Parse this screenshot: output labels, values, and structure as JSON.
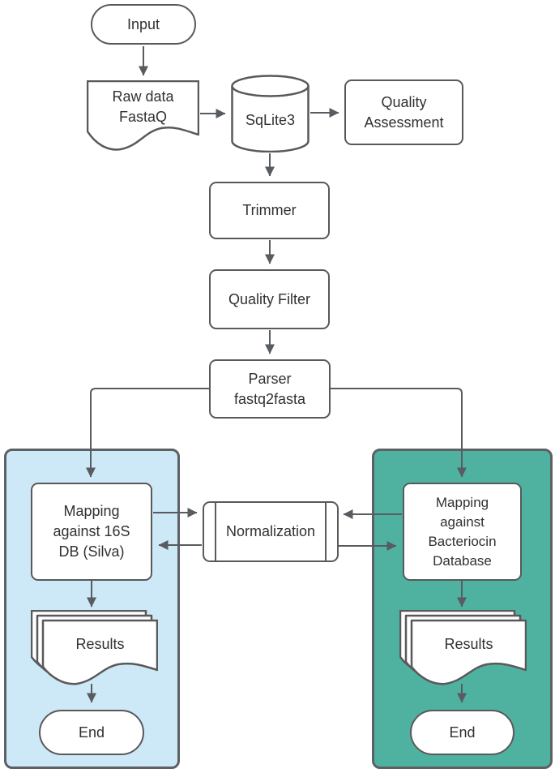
{
  "colors": {
    "background": "#ffffff",
    "shape_fill": "#ffffff",
    "shape_stroke": "#595959",
    "arrow_stroke": "#585c60",
    "text": "#2f3133",
    "left_panel_fill": "#cde8f6",
    "right_panel_fill": "#4fb2a1",
    "panel_border": "#5d6164"
  },
  "nodes": {
    "input": {
      "shape": "terminator",
      "lines": [
        "Input"
      ]
    },
    "raw_data": {
      "shape": "document",
      "lines": [
        "Raw data",
        "FastaQ"
      ]
    },
    "sqlite": {
      "shape": "cylinder",
      "lines": [
        "SqLite3"
      ]
    },
    "quality_assessment": {
      "shape": "process",
      "lines": [
        "Quality",
        "Assessment"
      ]
    },
    "trimmer": {
      "shape": "process",
      "lines": [
        "Trimmer"
      ]
    },
    "quality_filter": {
      "shape": "process",
      "lines": [
        "Quality Filter"
      ]
    },
    "parser": {
      "shape": "process",
      "lines": [
        "Parser",
        "fastq2fasta"
      ]
    },
    "mapping_16s": {
      "shape": "process",
      "lines": [
        "Mapping",
        "against 16S",
        "DB (Silva)"
      ]
    },
    "normalization": {
      "shape": "predefined-process",
      "lines": [
        "Normalization"
      ]
    },
    "mapping_bacteriocin": {
      "shape": "process",
      "lines": [
        "Mapping",
        "against",
        "Bacteriocin",
        "Database"
      ]
    },
    "results_left": {
      "shape": "multi-document",
      "lines": [
        "Results"
      ]
    },
    "end_left": {
      "shape": "terminator",
      "lines": [
        "End"
      ]
    },
    "results_right": {
      "shape": "multi-document",
      "lines": [
        "Results"
      ]
    },
    "end_right": {
      "shape": "terminator",
      "lines": [
        "End"
      ]
    }
  },
  "edges": [
    {
      "from": "input",
      "to": "raw_data"
    },
    {
      "from": "raw_data",
      "to": "sqlite"
    },
    {
      "from": "sqlite",
      "to": "quality_assessment"
    },
    {
      "from": "sqlite",
      "to": "trimmer"
    },
    {
      "from": "trimmer",
      "to": "quality_filter"
    },
    {
      "from": "quality_filter",
      "to": "parser"
    },
    {
      "from": "parser",
      "to": "mapping_16s"
    },
    {
      "from": "parser",
      "to": "mapping_bacteriocin"
    },
    {
      "from": "mapping_16s",
      "to": "normalization"
    },
    {
      "from": "normalization",
      "to": "mapping_16s"
    },
    {
      "from": "mapping_bacteriocin",
      "to": "normalization"
    },
    {
      "from": "normalization",
      "to": "mapping_bacteriocin"
    },
    {
      "from": "mapping_16s",
      "to": "results_left"
    },
    {
      "from": "results_left",
      "to": "end_left"
    },
    {
      "from": "mapping_bacteriocin",
      "to": "results_right"
    },
    {
      "from": "results_right",
      "to": "end_right"
    }
  ]
}
